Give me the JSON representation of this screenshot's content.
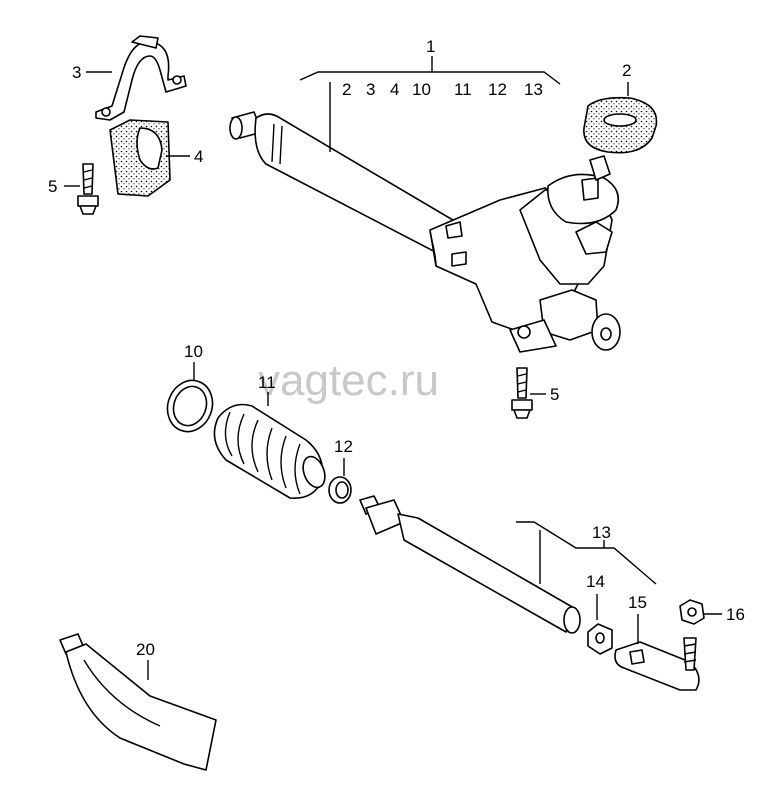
{
  "watermark": "vagtec.ru",
  "labels": {
    "l1": "1",
    "l1_sub_2": "2",
    "l1_sub_3": "3",
    "l1_sub_4": "4",
    "l1_sub_10": "10",
    "l1_sub_11": "11",
    "l1_sub_12": "12",
    "l1_sub_13": "13",
    "l2": "2",
    "l3": "3",
    "l4": "4",
    "l5a": "5",
    "l5b": "5",
    "l10": "10",
    "l11": "11",
    "l12": "12",
    "l13": "13",
    "l14": "14",
    "l15": "15",
    "l16": "16",
    "l20": "20"
  }
}
